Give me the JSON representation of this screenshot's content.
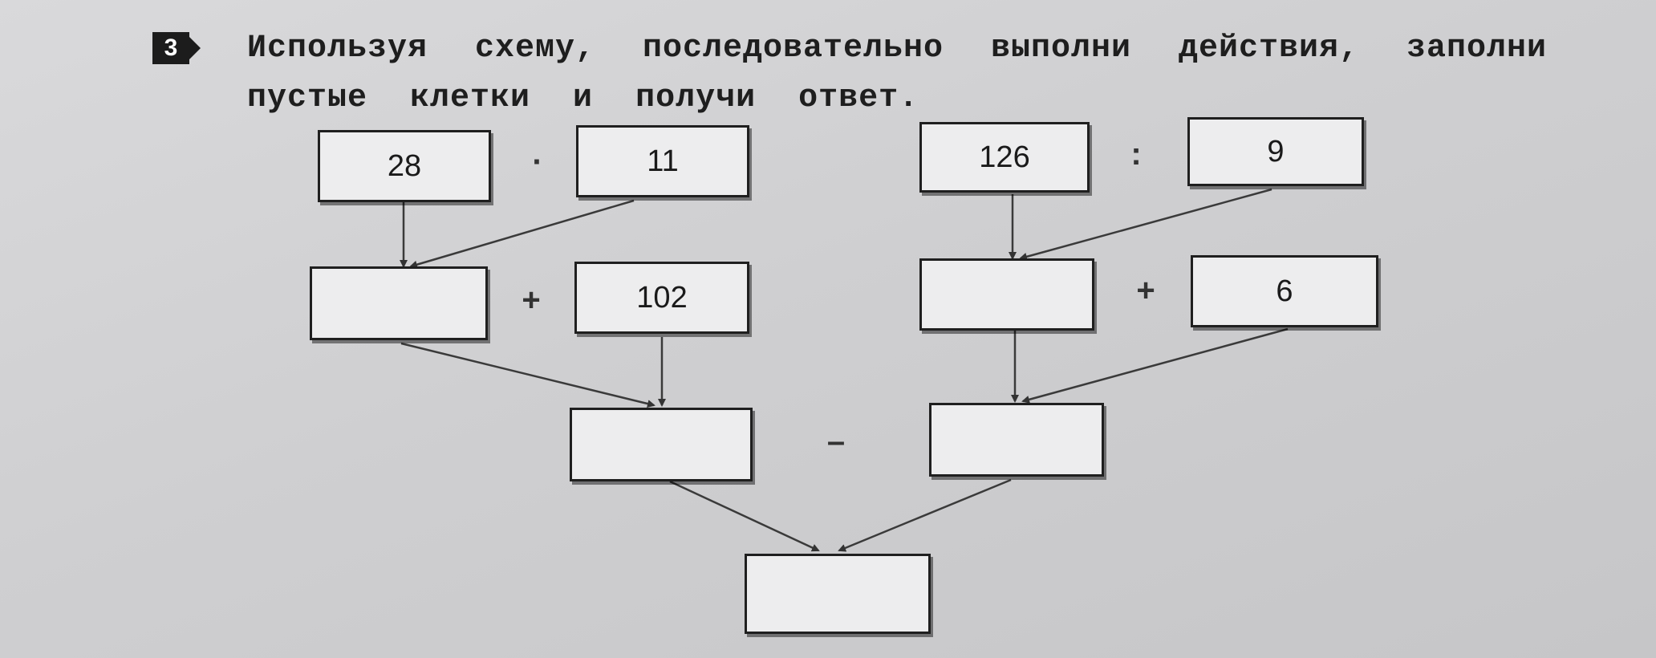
{
  "task": {
    "number": "3",
    "line1": "Используя схему, последовательно выполни действия, заполни",
    "line2": "пустые клетки и получи ответ."
  },
  "scheme": {
    "left_top_a": "28",
    "left_top_op": "·",
    "left_top_b": "11",
    "left_mid_a": "",
    "left_mid_op": "+",
    "left_mid_b": "102",
    "right_top_a": "126",
    "right_top_op": ":",
    "right_top_b": "9",
    "right_mid_a": "",
    "right_mid_op": "+",
    "right_mid_b": "6",
    "low_left": "",
    "low_op": "–",
    "low_right": "",
    "answer": ""
  }
}
